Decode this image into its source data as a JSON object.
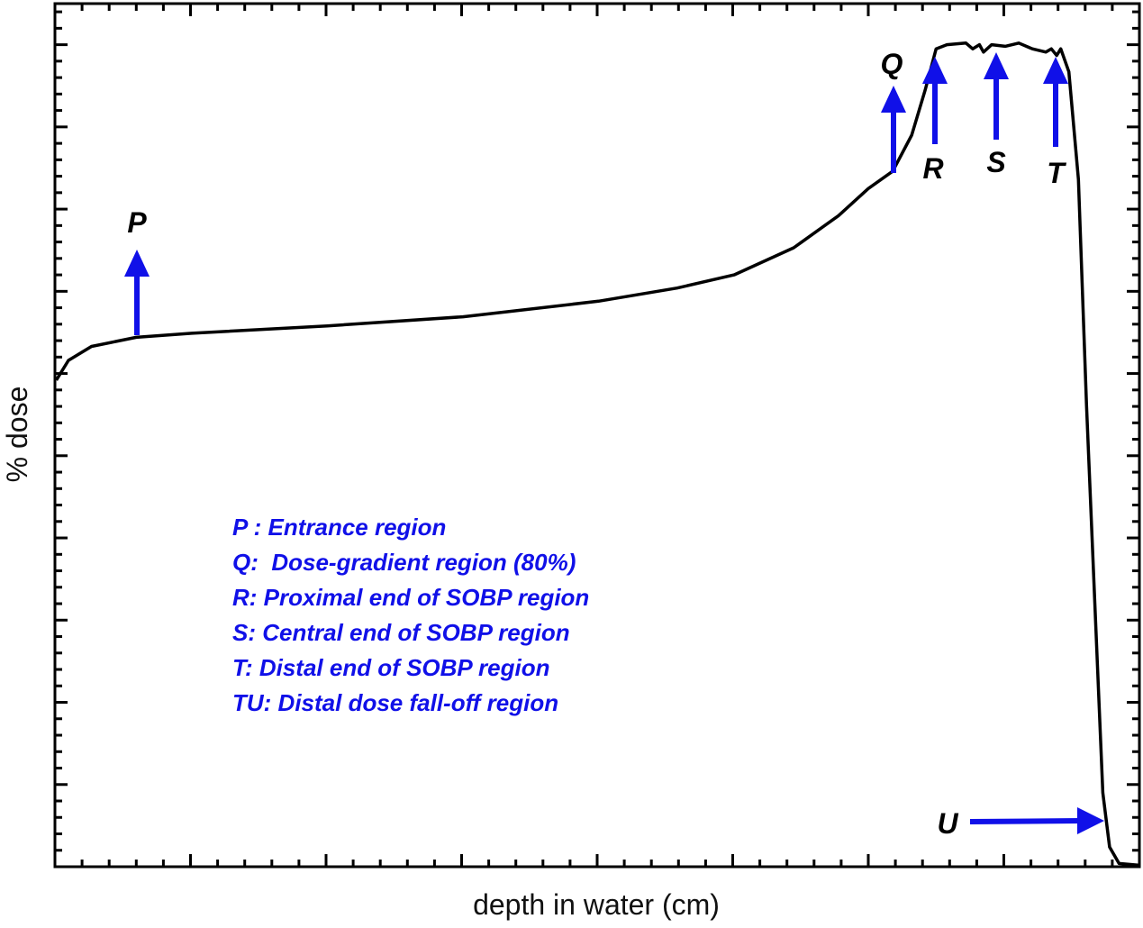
{
  "chart_data": {
    "type": "line",
    "title": "",
    "xlabel": "depth in water (cm)",
    "ylabel": "% dose",
    "xlim": [
      0,
      8
    ],
    "ylim": [
      0,
      105
    ],
    "x_major_step": 1,
    "y_major_step": 10,
    "tick_labels_shown": false,
    "grid": false,
    "line_color": "#000000",
    "annotation_color": "#1010e8",
    "series": [
      {
        "x": [
          0.01,
          0.1,
          0.27,
          0.6,
          1.01,
          2.01,
          3.01,
          4.01,
          4.59,
          5.01,
          5.45,
          5.78,
          6.0,
          6.18,
          6.32,
          6.42,
          6.5,
          6.58,
          6.72,
          6.77,
          6.82,
          6.85,
          6.91,
          7.01,
          7.11,
          7.21,
          7.31,
          7.35,
          7.39,
          7.42,
          7.48,
          7.55,
          7.61,
          7.68,
          7.73,
          7.78,
          7.85,
          7.99
        ],
        "y": [
          59.2,
          61.6,
          63.3,
          64.4,
          64.9,
          65.8,
          66.9,
          68.8,
          70.4,
          72.0,
          75.3,
          79.2,
          82.5,
          84.6,
          89.0,
          94.5,
          99.5,
          100,
          100.2,
          99.5,
          100,
          99.1,
          100,
          99.8,
          100.2,
          99.5,
          99.1,
          99.5,
          98.7,
          99.5,
          96.7,
          83.6,
          56.1,
          28.7,
          9.0,
          2.4,
          0.4,
          0.2
        ]
      }
    ],
    "markers": [
      {
        "label": "P",
        "direction": "up"
      },
      {
        "label": "Q",
        "direction": "up"
      },
      {
        "label": "R",
        "direction": "up"
      },
      {
        "label": "S",
        "direction": "up"
      },
      {
        "label": "T",
        "direction": "up"
      },
      {
        "label": "U",
        "direction": "right"
      }
    ],
    "legend_lines": [
      "P : Entrance region",
      "Q:  Dose-gradient region (80%)",
      "R: Proximal end of SOBP region",
      "S: Central end of SOBP region",
      "T: Distal end of SOBP region",
      "TU: Distal dose fall-off region"
    ]
  }
}
